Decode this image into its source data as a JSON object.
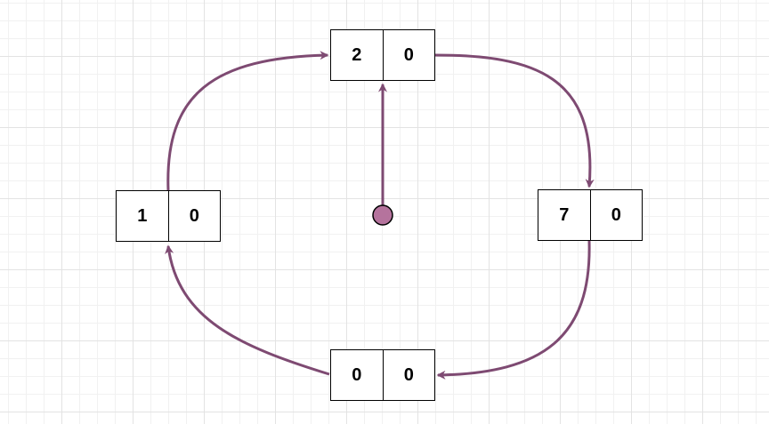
{
  "nodes": {
    "top": {
      "key": "2",
      "value": "0"
    },
    "right": {
      "key": "7",
      "value": "0"
    },
    "bottom": {
      "key": "0",
      "value": "0"
    },
    "left": {
      "key": "1",
      "value": "0"
    }
  },
  "colors": {
    "edge": "#7e4a72",
    "start_dot": "#b5739d",
    "border": "#000000"
  }
}
